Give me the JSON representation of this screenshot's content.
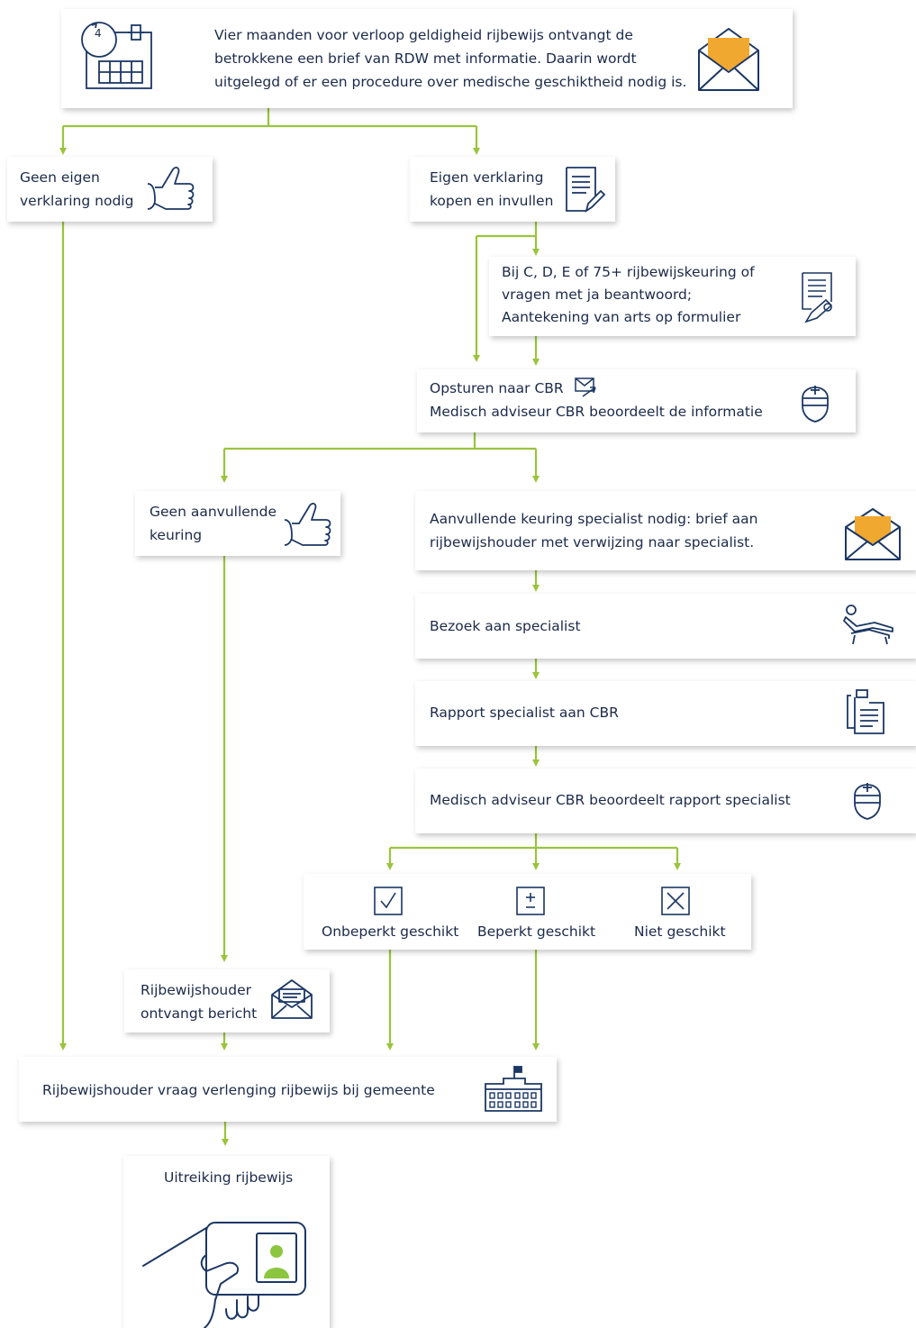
{
  "colors": {
    "connector": "#9ac43c",
    "icon_stroke": "#1b3764",
    "accent": "#f0a830",
    "avatar": "#8cc63f"
  },
  "nodes": {
    "letter": {
      "calendar_number": "4",
      "lines": [
        "Vier maanden voor verloop geldigheid rijbewijs ontvangt de",
        "betrokkene een brief van RDW met informatie. Daarin wordt",
        "uitgelegd of er een procedure over medische geschiktheid nodig is."
      ],
      "icons": [
        "calendar-icon",
        "envelope-icon"
      ]
    },
    "no_statement": {
      "lines": [
        "Geen eigen",
        "verklaring nodig"
      ],
      "icon": "thumbs-up-icon"
    },
    "buy_statement": {
      "lines": [
        "Eigen verklaring",
        "kopen en invullen"
      ],
      "icon": "form-edit-icon"
    },
    "doctor_note": {
      "lines": [
        "Bij C, D, E of 75+ rijbewijskeuring of",
        "vragen met ja beantwoord;",
        "Aantekening van arts op formulier"
      ],
      "icon": "signed-form-icon"
    },
    "send_cbr": {
      "lines": [
        "Opsturen naar CBR",
        "Medisch adviseur CBR beoordeelt de informatie"
      ],
      "icons": [
        "send-mail-icon",
        "doctor-icon"
      ]
    },
    "no_extra": {
      "lines": [
        "Geen aanvullende",
        "keuring"
      ],
      "icon": "thumbs-up-icon"
    },
    "extra_exam": {
      "lines": [
        "Aanvullende keuring specialist nodig:  brief aan",
        "rijbewijshouder met verwijzing naar specialist."
      ],
      "icon": "envelope-icon"
    },
    "visit": {
      "text": "Bezoek aan specialist",
      "icon": "patient-chair-icon"
    },
    "report": {
      "text": "Rapport specialist aan CBR",
      "icon": "clipboard-icon"
    },
    "assess": {
      "text": "Medisch adviseur CBR beoordeelt rapport specialist",
      "icon": "doctor-icon"
    },
    "outcomes": [
      {
        "label": "Onbeperkt geschikt",
        "icon": "check-box-icon"
      },
      {
        "label": "Beperkt geschikt",
        "icon": "plus-minus-box-icon"
      },
      {
        "label": "Niet geschikt",
        "icon": "cross-box-icon"
      }
    ],
    "message": {
      "lines": [
        "Rijbewijshouder",
        "ontvangt bericht"
      ],
      "icon": "open-envelope-icon"
    },
    "renewal": {
      "text": "Rijbewijshouder vraag verlenging rijbewijs bij gemeente",
      "icon": "town-hall-icon"
    },
    "issue": {
      "text": "Uitreiking rijbewijs",
      "icon": "hand-license-icon"
    }
  }
}
